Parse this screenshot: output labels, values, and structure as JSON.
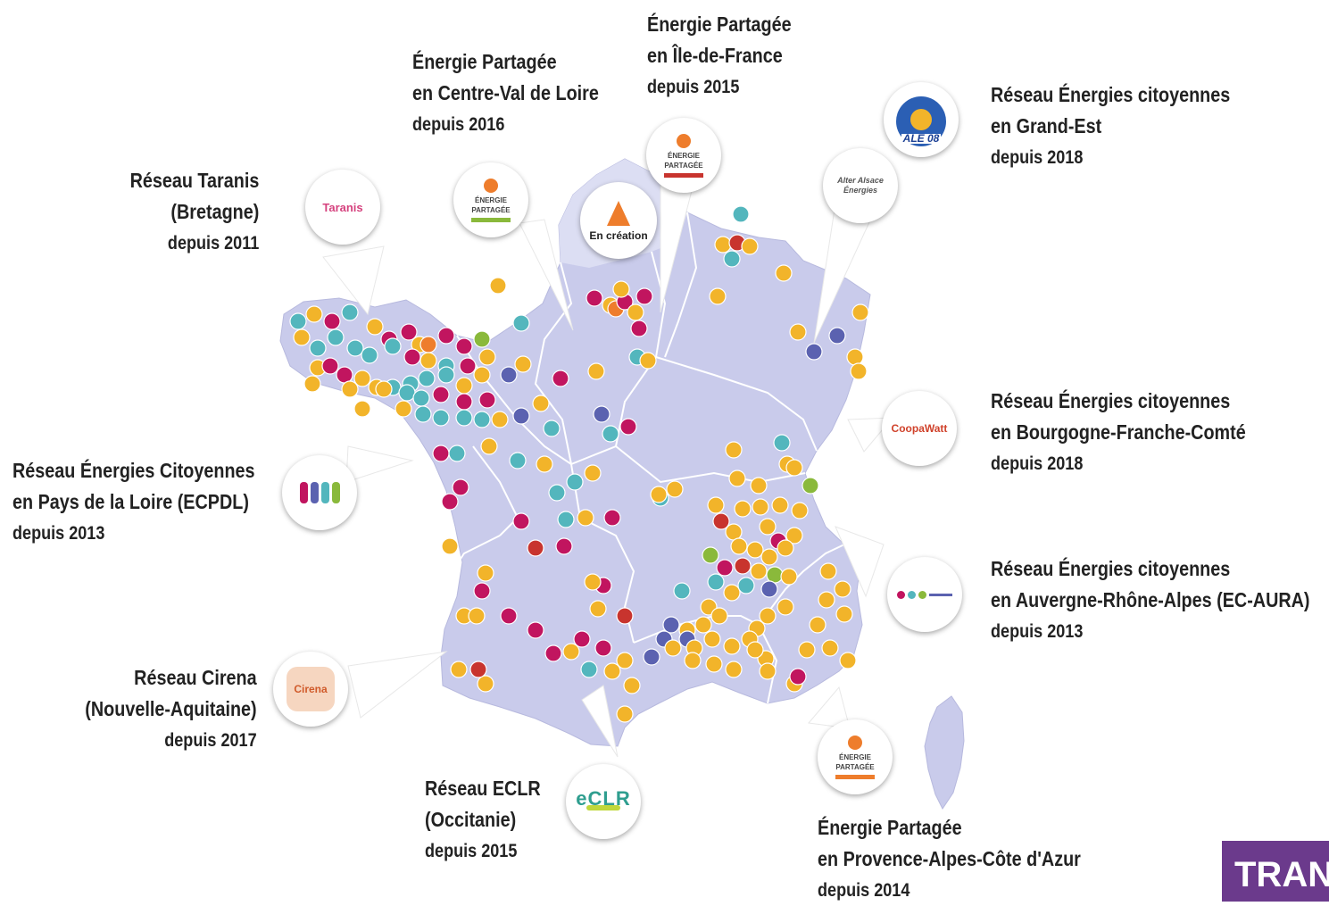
{
  "networks": [
    {
      "name_line1": "Réseau Taranis",
      "name_line2": "(Bretagne)",
      "since": "depuis 2011",
      "logo": "Taranis"
    },
    {
      "name_line1": "Énergie Partagée",
      "name_line2": "en Centre-Val de Loire",
      "since": "depuis 2016",
      "logo": "ÉNERGIE PARTAGÉE"
    },
    {
      "name_line1": "Énergie Partagée",
      "name_line2": "en Île-de-France",
      "since": "depuis 2015",
      "logo": "ÉNERGIE PARTAGÉE"
    },
    {
      "name_line1": "Réseau Énergies citoyennes",
      "name_line2": "en Grand-Est",
      "since": "depuis 2018",
      "logo": "ALE 08",
      "logo2": "Alter Alsace Énergies"
    },
    {
      "name_line1": "Réseau Énergies citoyennes",
      "name_line2": "en Bourgogne-Franche-Comté",
      "since": "depuis 2018",
      "logo": "CoopaWatt"
    },
    {
      "name_line1": "Réseau Énergies citoyennes",
      "name_line2": "en Auvergne-Rhône-Alpes (EC-AURA)",
      "since": "depuis 2013",
      "logo": ""
    },
    {
      "name_line1": "Énergie Partagée",
      "name_line2": "en Provence-Alpes-Côte d'Azur",
      "since": "depuis 2014",
      "logo": "ÉNERGIE PARTAGÉE"
    },
    {
      "name_line1": "Réseau ECLR",
      "name_line2": "(Occitanie)",
      "since": "depuis 2015",
      "logo": "eCLR"
    },
    {
      "name_line1": "Réseau Cirena",
      "name_line2": "(Nouvelle-Aquitaine)",
      "since": "depuis 2017",
      "logo": "Cirena"
    },
    {
      "name_line1": "Réseau Énergies Citoyennes",
      "name_line2": "en Pays de la Loire (ECPDL)",
      "since": "depuis 2013",
      "logo": ""
    }
  ],
  "hauts_de_france": {
    "status": "En création"
  },
  "watermark": "TRAN",
  "colors": {
    "map_fill": "#c9cbeb",
    "region_border": "#ffffff",
    "yellow": "#f2b42a",
    "teal": "#53b6bd",
    "magenta": "#c1155f",
    "purple": "#5b62b0",
    "green": "#8ab93b",
    "red": "#c8342e",
    "orange": "#ee7d2c",
    "label_text": "#222222"
  }
}
